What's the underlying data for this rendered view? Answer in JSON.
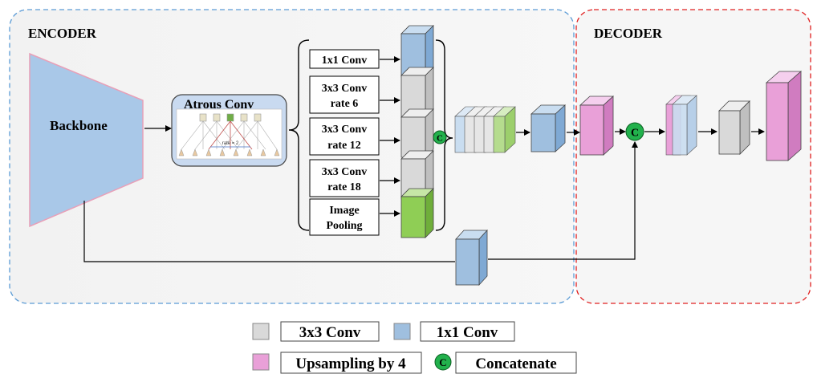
{
  "encoder": {
    "title": "ENCODER",
    "backbone_label": "Backbone",
    "atrous_title": "Atrous Conv",
    "atrous_rate_text": "rate = 2"
  },
  "decoder": {
    "title": "DECODER"
  },
  "aspp_branches": [
    {
      "line1": "1x1 Conv",
      "line2": ""
    },
    {
      "line1": "3x3 Conv",
      "line2": "rate 6"
    },
    {
      "line1": "3x3 Conv",
      "line2": "rate 12"
    },
    {
      "line1": "3x3 Conv",
      "line2": "rate 18"
    },
    {
      "line1": "Image",
      "line2": "Pooling"
    }
  ],
  "concat_symbol": "C",
  "legend": {
    "items": [
      {
        "label": "3x3 Conv",
        "swatch_color": "#d9d9d9"
      },
      {
        "label": "1x1 Conv",
        "swatch_color": "#9fbfdf"
      },
      {
        "label": "Upsampling by 4",
        "swatch_color": "#e9a0d8"
      },
      {
        "label": "Concatenate",
        "swatch_color": "#22b14c",
        "symbol": "C"
      }
    ]
  },
  "colors": {
    "gray_conv": "#d9d9d9",
    "blue_conv": "#9fbfdf",
    "pink_upsample": "#e9a0d8",
    "green_pool": "#8fce55",
    "concat_green": "#22b14c",
    "encoder_border": "#5b9bd5",
    "decoder_border": "#e02020"
  }
}
